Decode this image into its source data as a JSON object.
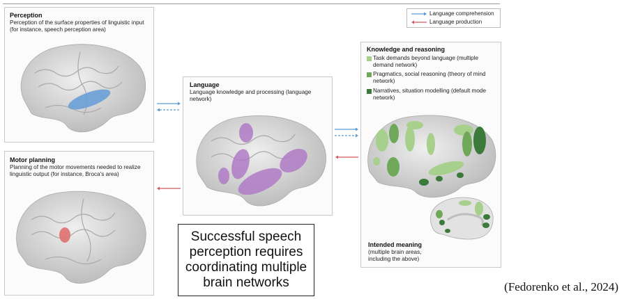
{
  "legend": {
    "comprehension": "Language comprehension",
    "production": "Language production",
    "comprehension_color": "#5b9bd5",
    "production_color": "#d05a5a"
  },
  "perception": {
    "title": "Perception",
    "description": "Perception of the surface properties of linguistic input (for instance, speech perception area)",
    "region_color": "#6a9fd6"
  },
  "motor": {
    "title": "Motor planning",
    "description": "Planning of the motor movements needed to realize linguistic output (for instance, Broca's area)",
    "region_color": "#e07070"
  },
  "language": {
    "title": "Language",
    "description": "Language knowledge and processing (language network)",
    "region_color": "#b07cc6"
  },
  "knowledge": {
    "title": "Knowledge and reasoning",
    "items": [
      {
        "label": "Task demands beyond language (multiple demand network)",
        "color": "#a8d08d"
      },
      {
        "label": "Pragmatics, social reasoning (theory of mind network)",
        "color": "#70a85a"
      },
      {
        "label": "Narratives, situation modelling (default mode network)",
        "color": "#3c7a3c"
      }
    ],
    "meaning_title": "Intended meaning",
    "meaning_description": "(multiple brain areas, including the above)"
  },
  "caption": "Successful speech perception requires coordinating multiple brain networks",
  "citation": "(Fedorenko et al., 2024)"
}
